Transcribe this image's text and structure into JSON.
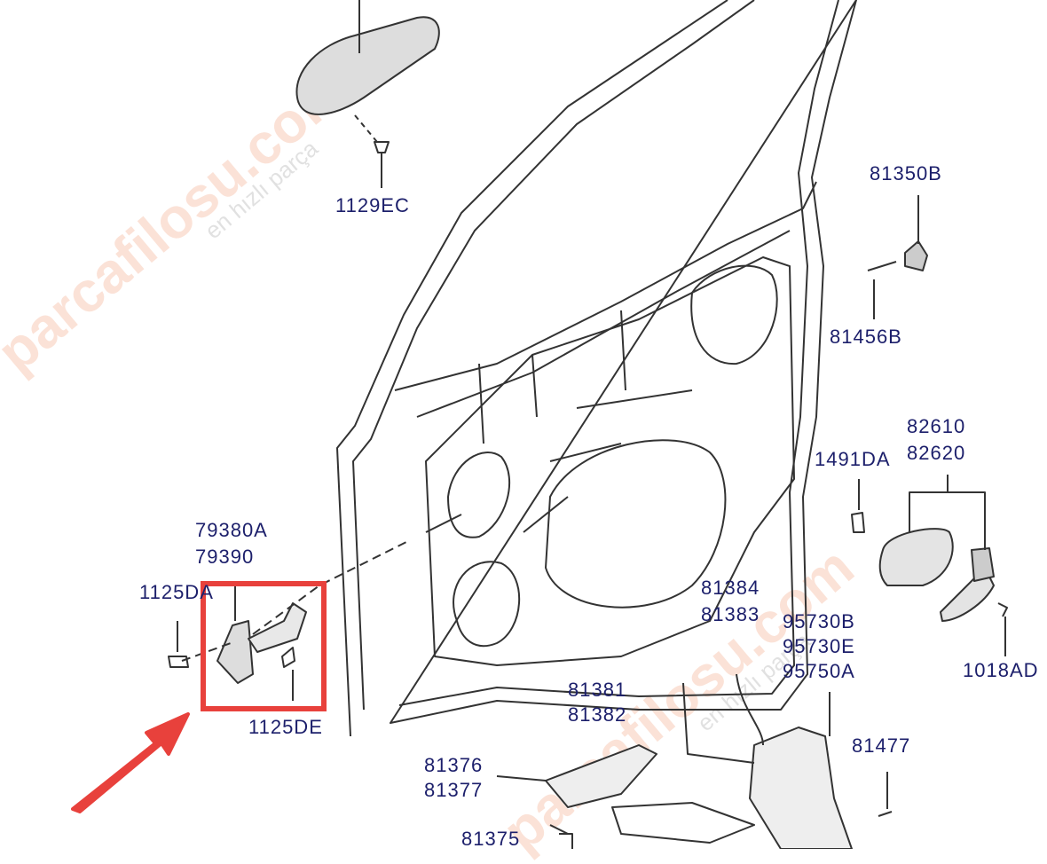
{
  "watermark": {
    "brand": "parcafilosu.com",
    "tagline": "en hızlı parça"
  },
  "labels": {
    "p1129EC": "1129EC",
    "p81350B": "81350B",
    "p81456B": "81456B",
    "p82610": "82610",
    "p82620": "82620",
    "p1491DA": "1491DA",
    "p79380A": "79380A",
    "p79390": "79390",
    "p1125DA": "1125DA",
    "p1125DE": "1125DE",
    "p81384": "81384",
    "p81383": "81383",
    "p95730B": "95730B",
    "p95730E": "95730E",
    "p95750A": "95750A",
    "p1018AD": "1018AD",
    "p81381": "81381",
    "p81382": "81382",
    "p81477": "81477",
    "p81376": "81376",
    "p81377": "81377",
    "p81375": "81375"
  },
  "colors": {
    "label": "#1c1f6b",
    "highlight": "#e8413c"
  }
}
